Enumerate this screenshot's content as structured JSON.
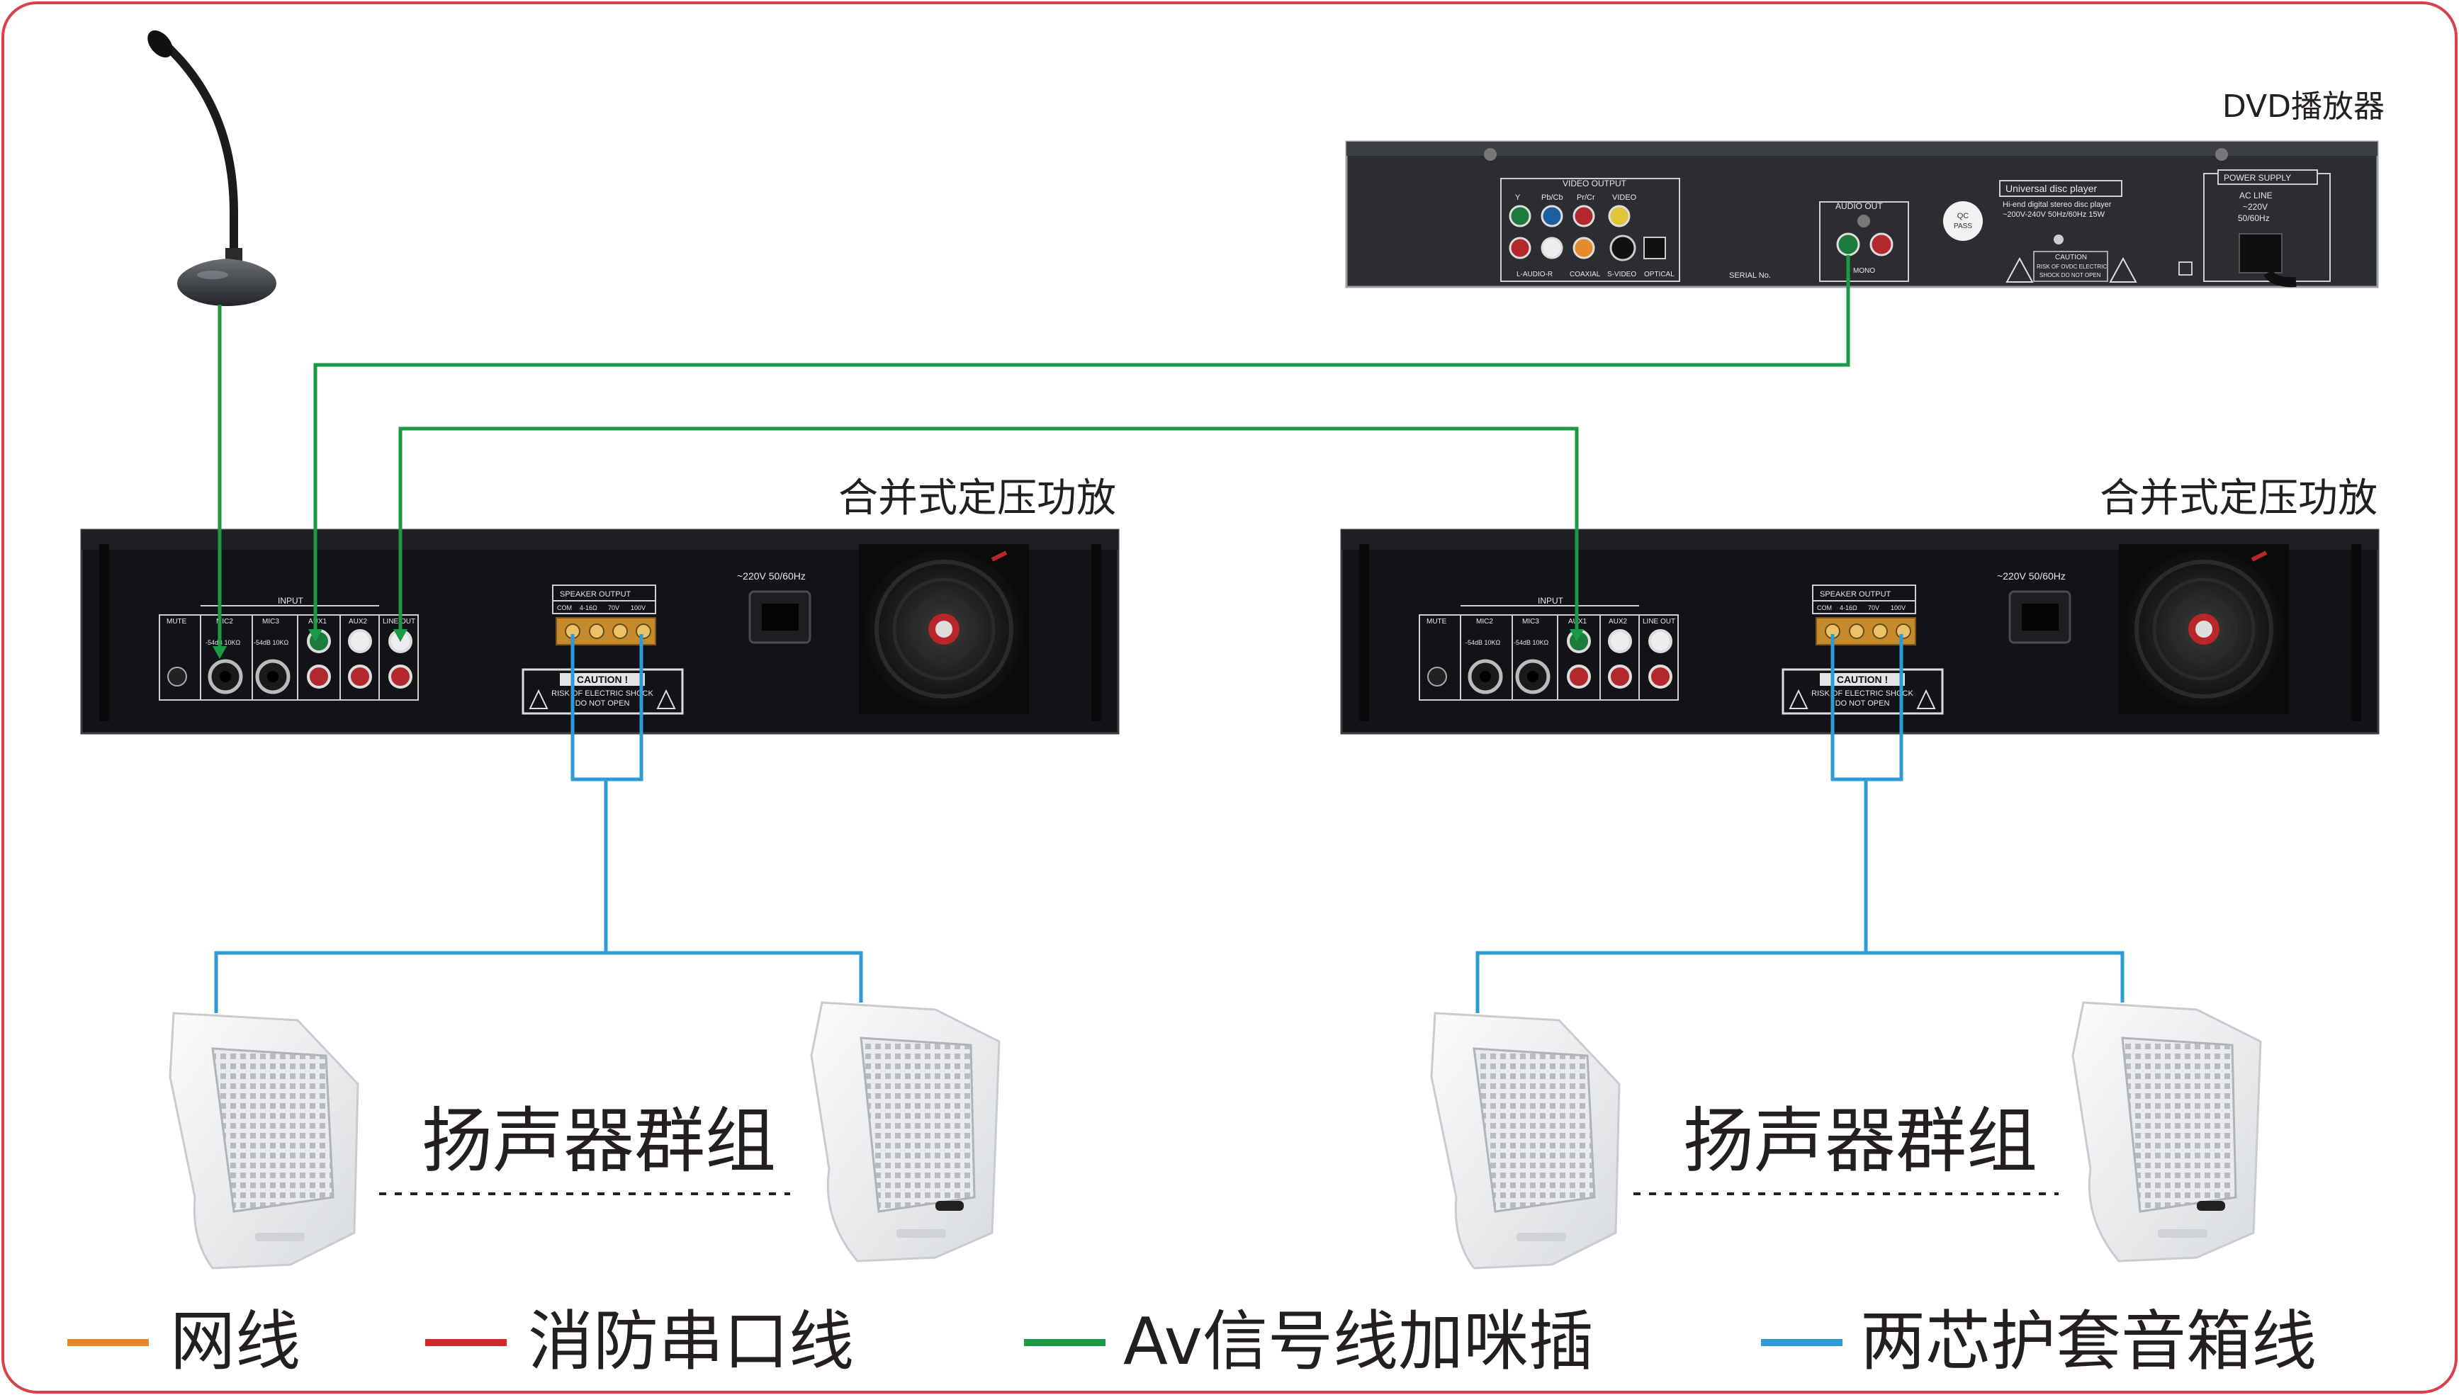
{
  "devices": {
    "dvd_title": "DVD播放器",
    "amp1_title": "合并式定压功放",
    "amp2_title": "合并式定压功放",
    "speaker_group1": "扬声器群组",
    "speaker_group2": "扬声器群组"
  },
  "dvd_panel": {
    "video_output": "VIDEO OUTPUT",
    "y": "Y",
    "pb": "Pb/Cb",
    "pr": "Pr/Cr",
    "video": "VIDEO",
    "l_audio_r": "L-AUDIO-R",
    "coaxial": "COAXIAL",
    "s_video": "S-VIDEO",
    "optical": "OPTICAL",
    "serial": "SERIAL No.",
    "audio_out": "AUDIO OUT",
    "mono": "MONO",
    "qc": "QC",
    "pass": "PASS",
    "brand": "Universal disc player",
    "desc1": "Hi-end digital  stereo disc player",
    "desc2": "~200V-240V  50Hz/60Hz  15W",
    "caution": "CAUTION",
    "caution_text1": "RISK OF OVDC ELECTRIC",
    "caution_text2": "SHOCK DO NOT OPEN",
    "power_supply": "POWER SUPPLY",
    "ac_line": "AC LINE",
    "voltage": "~220V",
    "freq": "50/60Hz"
  },
  "amp_panel": {
    "input": "INPUT",
    "mute": "MUTE",
    "mic1": "MIC2",
    "mic2": "MIC3",
    "aux1": "AUX1",
    "aux2": "AUX2",
    "line_out": "LINE OUT",
    "mic_spec1": "-54dB  10KΩ",
    "mic_spec2": "-54dB  10KΩ",
    "speaker_output": "SPEAKER OUTPUT",
    "com": "COM",
    "ohm": "4-16Ω",
    "v70": "70V",
    "v100": "100V",
    "power": "~220V 50/60Hz",
    "caution": "CAUTION !",
    "caution_line1": "RISK OF ELECTRIC SHOCK",
    "caution_line2": "DO NOT OPEN"
  },
  "legend": {
    "items": [
      {
        "label": "网线",
        "color": "#e8862a"
      },
      {
        "label": "消防串口线",
        "color": "#d7262a"
      },
      {
        "label": "Av信号线加咪插",
        "color": "#1a9a45"
      },
      {
        "label": "两芯护套音箱线",
        "color": "#2d9bd6"
      }
    ]
  },
  "colors": {
    "border": "#d9414a",
    "av_line": "#1a9a45",
    "speaker_line": "#2d9bd6"
  }
}
